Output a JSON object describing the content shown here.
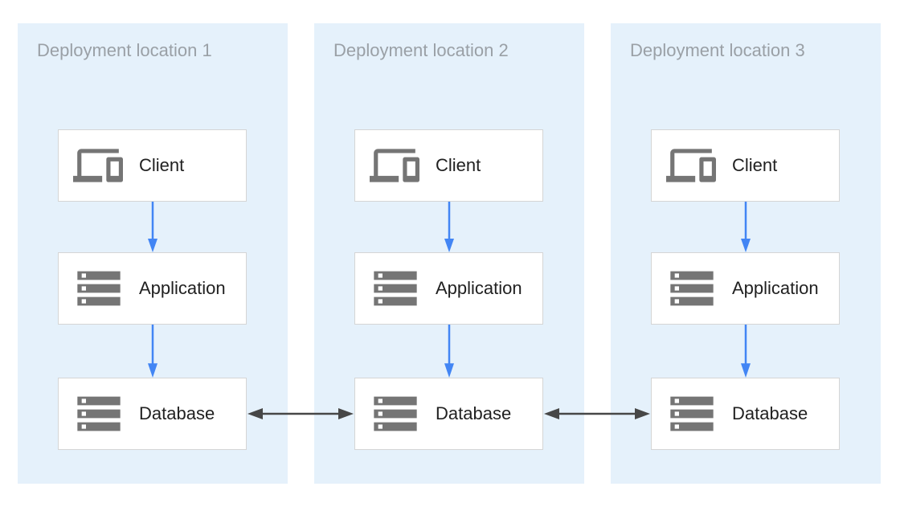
{
  "panels": [
    {
      "title": "Deployment location 1",
      "nodes": [
        {
          "label": "Client",
          "icon": "devices-icon"
        },
        {
          "label": "Application",
          "icon": "storage-icon"
        },
        {
          "label": "Database",
          "icon": "storage-icon"
        }
      ]
    },
    {
      "title": "Deployment location 2",
      "nodes": [
        {
          "label": "Client",
          "icon": "devices-icon"
        },
        {
          "label": "Application",
          "icon": "storage-icon"
        },
        {
          "label": "Database",
          "icon": "storage-icon"
        }
      ]
    },
    {
      "title": "Deployment location 3",
      "nodes": [
        {
          "label": "Client",
          "icon": "devices-icon"
        },
        {
          "label": "Application",
          "icon": "storage-icon"
        },
        {
          "label": "Database",
          "icon": "storage-icon"
        }
      ]
    }
  ],
  "colors": {
    "panel-bg": "#E5F1FB",
    "box-bg": "#FFFFFF",
    "box-border": "#D5D5D5",
    "title-color": "#9AA0A6",
    "label-color": "#212121",
    "icon-color": "#757575",
    "flow-arrow": "#4285F4",
    "sync-arrow": "#474747",
    "page-bg": "#FFFFFF"
  }
}
